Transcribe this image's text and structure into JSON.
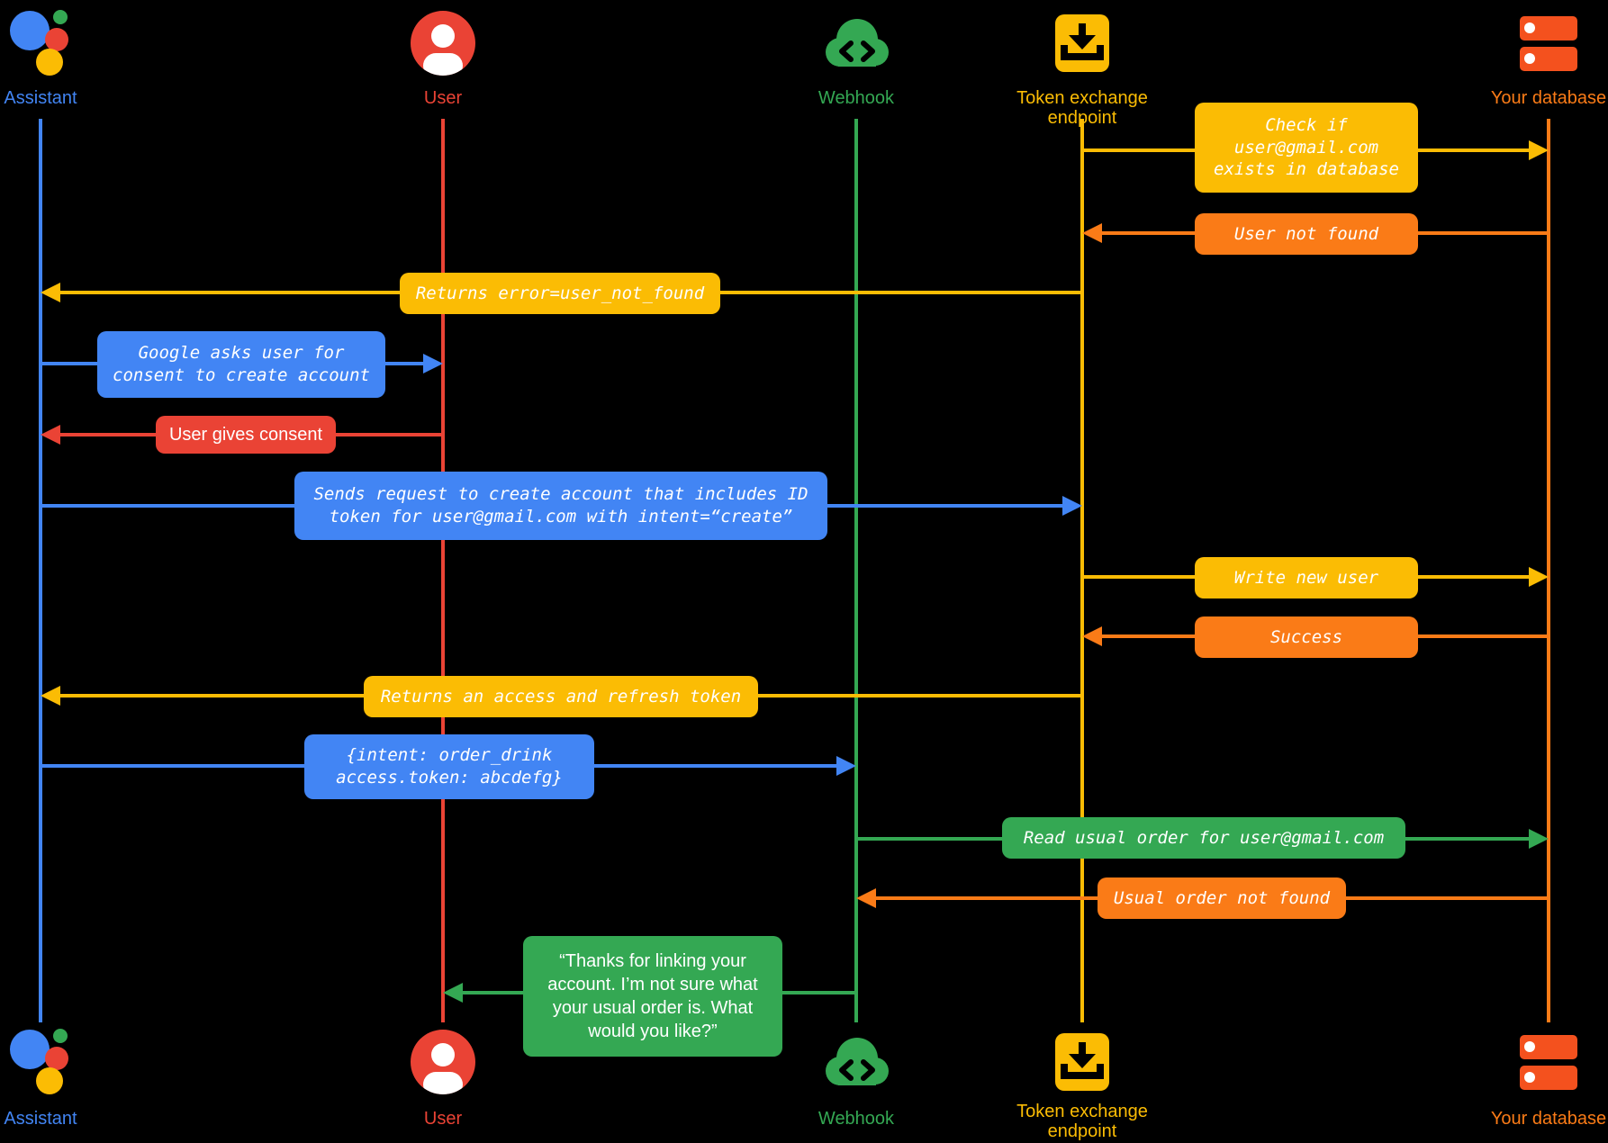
{
  "diagram": {
    "type": "sequence-diagram",
    "background": "#000000"
  },
  "colors": {
    "blue": "#4285F4",
    "red": "#EA4335",
    "green": "#34A853",
    "yellow": "#FBBC04",
    "orange": "#FA7B17",
    "database_icon": "#F4511E",
    "text_on_box": "#FFFFFF"
  },
  "actors": [
    {
      "id": "assistant",
      "label": "Assistant",
      "icon": "assistant-icon",
      "color": "#4285F4"
    },
    {
      "id": "user",
      "label": "User",
      "icon": "user-icon",
      "color": "#EA4335"
    },
    {
      "id": "webhook",
      "label": "Webhook",
      "icon": "webhook-cloud-icon",
      "color": "#34A853"
    },
    {
      "id": "token_exchange",
      "label": "Token exchange endpoint",
      "icon": "token-exchange-icon",
      "color": "#FBBC04"
    },
    {
      "id": "database",
      "label": "Your database",
      "icon": "database-icon",
      "color": "#F4511E"
    }
  ],
  "messages": [
    {
      "label": "Check if user@gmail.com exists in database",
      "from": "token_exchange",
      "to": "database",
      "color": "#FBBC04"
    },
    {
      "label": "User not found",
      "from": "database",
      "to": "token_exchange",
      "color": "#FA7B17"
    },
    {
      "label": "Returns error=user_not_found",
      "from": "token_exchange",
      "to": "assistant",
      "color": "#FBBC04"
    },
    {
      "label": "Google asks user for consent to create account",
      "from": "assistant",
      "to": "user",
      "color": "#4285F4"
    },
    {
      "label": "User gives consent",
      "from": "user",
      "to": "assistant",
      "color": "#EA4335"
    },
    {
      "label": "Sends request to create account that includes ID token for user@gmail.com with intent=“create”",
      "from": "assistant",
      "to": "token_exchange",
      "color": "#4285F4"
    },
    {
      "label": "Write new user",
      "from": "token_exchange",
      "to": "database",
      "color": "#FBBC04"
    },
    {
      "label": "Success",
      "from": "database",
      "to": "token_exchange",
      "color": "#FA7B17"
    },
    {
      "label": "Returns an access and refresh token",
      "from": "token_exchange",
      "to": "assistant",
      "color": "#FBBC04"
    },
    {
      "label": "{intent: order_drink access.token: abcdefg}",
      "from": "assistant",
      "to": "webhook",
      "color": "#4285F4"
    },
    {
      "label": "Read usual order for user@gmail.com",
      "from": "webhook",
      "to": "database",
      "color": "#34A853"
    },
    {
      "label": "Usual order not found",
      "from": "database",
      "to": "webhook",
      "color": "#FA7B17"
    },
    {
      "label": "“Thanks for linking your account. I’m not sure what your usual order is. What would you like?”",
      "from": "webhook",
      "to": "user",
      "color": "#34A853"
    }
  ]
}
